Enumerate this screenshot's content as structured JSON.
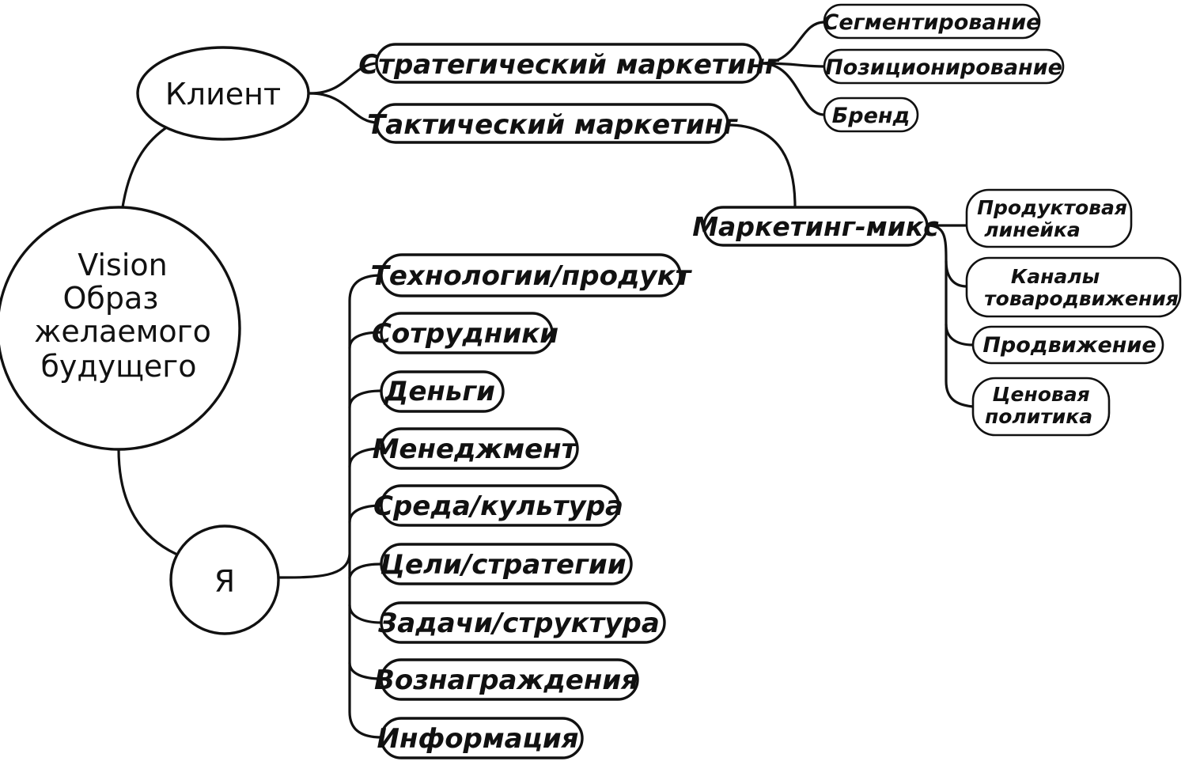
{
  "diagram": {
    "center": {
      "lines": [
        "Vision",
        "Образ",
        "желаемого",
        "будущего"
      ]
    },
    "client": {
      "label": "Клиент",
      "strategic": {
        "label": "Стратегический маркетинг",
        "children": [
          "Сегментирование",
          "Позиционирование",
          "Бренд"
        ]
      },
      "tactical": {
        "label": "Тактический маркетинг",
        "mix": {
          "label": "Маркетинг-микс",
          "children": [
            [
              "Продуктовая",
              "линейка"
            ],
            [
              "Каналы",
              "товародвижения"
            ],
            [
              "Продвижение"
            ],
            [
              "Ценовая",
              "политика"
            ]
          ]
        }
      }
    },
    "self": {
      "label": "Я",
      "children": [
        "Технологии/продукт",
        "Сотрудники",
        "Деньги",
        "Менеджмент",
        "Среда/культура",
        "Цели/стратегии",
        "Задачи/структура",
        "Вознаграждения",
        "Информация"
      ]
    }
  }
}
